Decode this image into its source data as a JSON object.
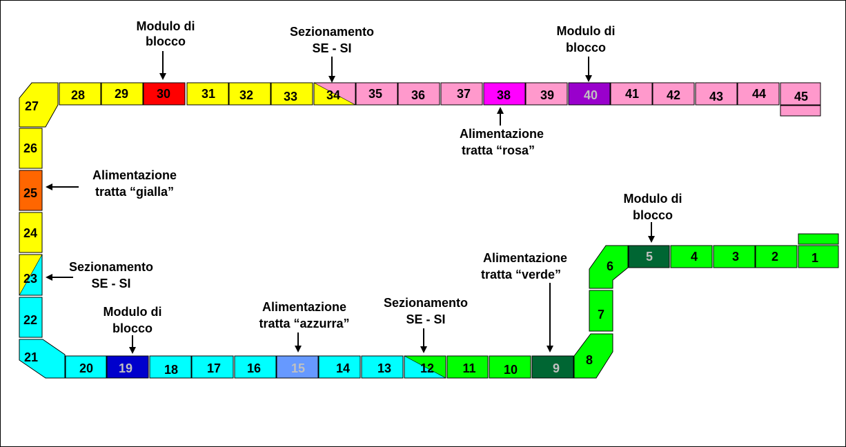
{
  "colors": {
    "yellow": "#ffff00",
    "pink": "#ff99cc",
    "cyan": "#00ffff",
    "green": "#00ff00",
    "dark_green": "#006633",
    "red": "#ff0000",
    "orange": "#ff6600",
    "magenta": "#ff00ff",
    "purple": "#9900cc",
    "blue": "#0000cc",
    "light_blue": "#6699ff",
    "light_gray_text": "#c0c0c0"
  },
  "segments": {
    "s1": "1",
    "s2": "2",
    "s3": "3",
    "s4": "4",
    "s5": "5",
    "s6": "6",
    "s7": "7",
    "s8": "8",
    "s9": "9",
    "s10": "10",
    "s11": "11",
    "s12": "12",
    "s13": "13",
    "s14": "14",
    "s15": "15",
    "s16": "16",
    "s17": "17",
    "s18": "18",
    "s19": "19",
    "s20": "20",
    "s21": "21",
    "s22": "22",
    "s23": "23",
    "s24": "24",
    "s25": "25",
    "s26": "26",
    "s27": "27",
    "s28": "28",
    "s29": "29",
    "s30": "30",
    "s31": "31",
    "s32": "32",
    "s33": "33",
    "s34": "34",
    "s35": "35",
    "s36": "36",
    "s37": "37",
    "s38": "38",
    "s39": "39",
    "s40": "40",
    "s41": "41",
    "s42": "42",
    "s43": "43",
    "s44": "44",
    "s45": "45"
  },
  "labels": {
    "modulo_30": [
      "Modulo di",
      "blocco"
    ],
    "sez_34": [
      "Sezionamento",
      "SE - SI"
    ],
    "modulo_40": [
      "Modulo di",
      "blocco"
    ],
    "alim_38": [
      "Alimentazione",
      "tratta “rosa”"
    ],
    "alim_25": [
      "Alimentazione",
      "tratta “gialla”"
    ],
    "sez_23": [
      "Sezionamento",
      "SE - SI"
    ],
    "modulo_19": [
      "Modulo di",
      "blocco"
    ],
    "alim_15": [
      "Alimentazione",
      "tratta “azzurra”"
    ],
    "sez_12": [
      "Sezionamento",
      "SE - SI"
    ],
    "alim_9": [
      "Alimentazione",
      "tratta “verde”"
    ],
    "modulo_5": [
      "Modulo di",
      "blocco"
    ]
  }
}
